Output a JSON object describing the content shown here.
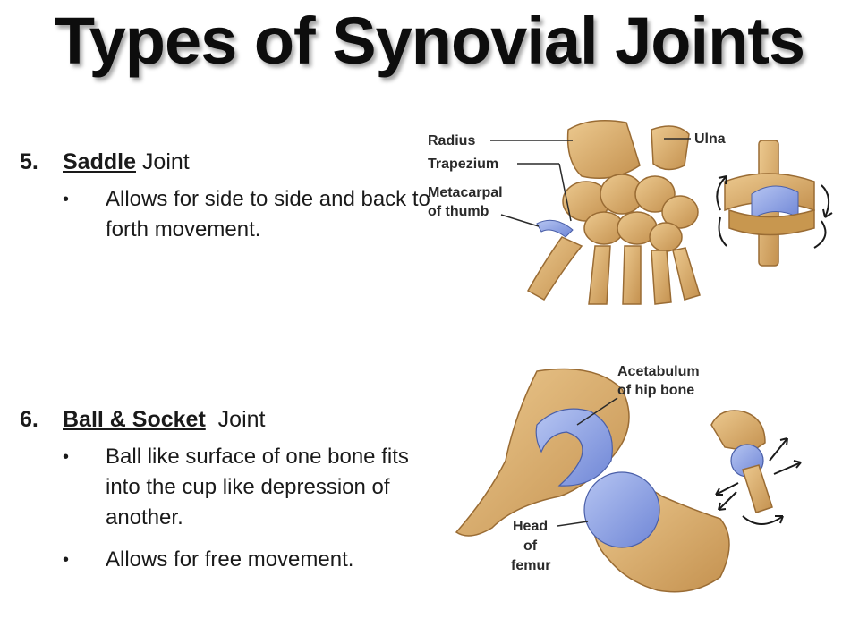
{
  "slide": {
    "title": "Types of Synovial Joints",
    "items": [
      {
        "number": "5.",
        "name": "Saddle",
        "suffix": " Joint",
        "bullets": [
          "Allows for side to side and back to forth movement."
        ]
      },
      {
        "number": "6.",
        "name": "Ball & Socket",
        "suffix": "  Joint",
        "bullets": [
          "Ball like surface of one bone fits into the cup like depression of another.",
          "Allows for free movement."
        ]
      }
    ]
  },
  "figures": {
    "saddle": {
      "labels": {
        "radius": "Radius",
        "ulna": "Ulna",
        "trapezium": "Trapezium",
        "metacarpal_line1": "Metacarpal",
        "metacarpal_line2": "of thumb"
      },
      "icons": [
        "wrist-bones-illustration",
        "saddle-joint-model-icon",
        "rotation-arrows-icon"
      ]
    },
    "ball_socket": {
      "labels": {
        "acetabulum_line1": "Acetabulum",
        "acetabulum_line2": "of hip bone",
        "head_line1": "Head",
        "head_line2": "of",
        "head_line3": "femur"
      },
      "icons": [
        "hip-joint-illustration",
        "ball-socket-model-icon",
        "rotation-arrows-icon"
      ]
    }
  },
  "colors": {
    "bone": "#dcb074",
    "bone_dark": "#b58444",
    "cartilage": "#8aa0e0",
    "title": "#0d0d0d"
  }
}
